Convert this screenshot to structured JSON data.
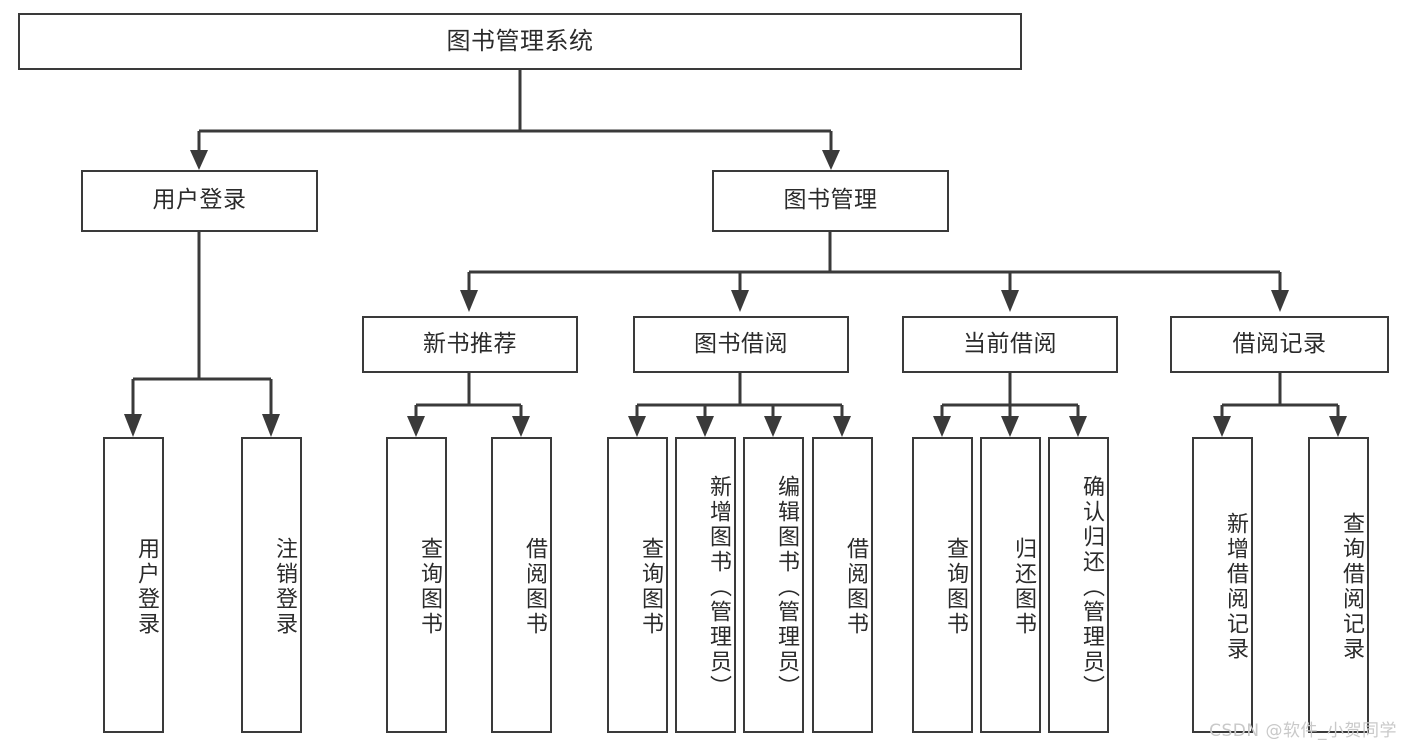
{
  "diagram": {
    "title": "图书管理系统",
    "type": "tree-hierarchy-chart",
    "line_color": "#3a3a3a",
    "text_color": "#2b2b2b",
    "background": "#ffffff"
  },
  "root": {
    "label": "图书管理系统"
  },
  "level2": [
    {
      "id": "user-login",
      "label": "用户登录"
    },
    {
      "id": "book-management",
      "label": "图书管理"
    }
  ],
  "level3": [
    {
      "id": "new-book-recommend",
      "label": "新书推荐"
    },
    {
      "id": "book-borrow",
      "label": "图书借阅"
    },
    {
      "id": "current-borrow",
      "label": "当前借阅"
    },
    {
      "id": "borrow-record",
      "label": "借阅记录"
    }
  ],
  "leaves": {
    "user_login": [
      {
        "id": "leaf-user-login",
        "label": "用户登录"
      },
      {
        "id": "leaf-logout",
        "label": "注销登录"
      }
    ],
    "new_book_recommend": [
      {
        "id": "leaf-query-book-1",
        "label": "查询图书"
      },
      {
        "id": "leaf-borrow-book-1",
        "label": "借阅图书"
      }
    ],
    "book_borrow": [
      {
        "id": "leaf-query-book-2",
        "label": "查询图书"
      },
      {
        "id": "leaf-add-book",
        "label": "新增图书（管理员）"
      },
      {
        "id": "leaf-edit-book",
        "label": "编辑图书（管理员）"
      },
      {
        "id": "leaf-borrow-book-2",
        "label": "借阅图书"
      }
    ],
    "current_borrow": [
      {
        "id": "leaf-query-book-3",
        "label": "查询图书"
      },
      {
        "id": "leaf-return-book",
        "label": "归还图书"
      },
      {
        "id": "leaf-confirm-return",
        "label": "确认归还（管理员）"
      }
    ],
    "borrow_record": [
      {
        "id": "leaf-add-record",
        "label": "新增借阅记录"
      },
      {
        "id": "leaf-query-record",
        "label": "查询借阅记录"
      }
    ]
  },
  "watermark": {
    "text": "CSDN @软件_小贺同学"
  }
}
